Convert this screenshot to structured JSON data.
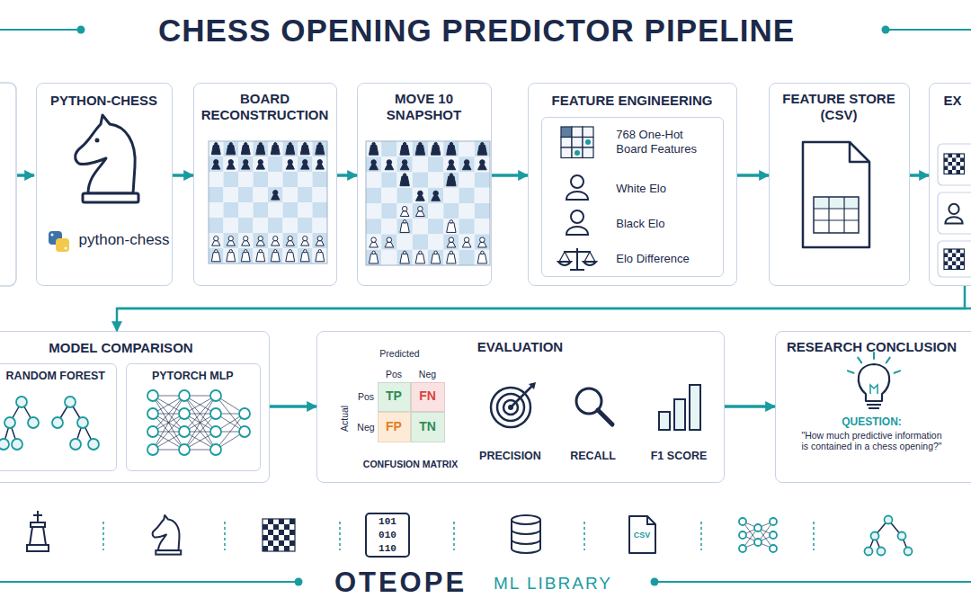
{
  "diagram": {
    "title": "CHESS OPENING PREDICTOR PIPELINE",
    "nodes": [
      {
        "text": [
          "PYTHON-CHESS",
          "python-chess"
        ]
      },
      {
        "text": [
          "BOARD RECONSTRUCTION"
        ]
      },
      {
        "text": [
          "MOVE 10 SNAPSHOT"
        ]
      },
      {
        "text": [
          "FEATURE ENGINEERING"
        ]
      },
      {
        "text": [
          "768 One-Hot Board Features",
          "White Elo",
          "Black Elo",
          "Elo Difference"
        ],
        "in": 3
      },
      {
        "text": [
          "FEATURE STORE (CSV)",
          "CSV"
        ]
      },
      {
        "text": [
          "EX"
        ]
      },
      {
        "text": [
          "MODEL COMPARISON"
        ]
      },
      {
        "text": [
          "RANDOM FOREST"
        ],
        "in": 7
      },
      {
        "text": [
          "PYTORCH MLP"
        ],
        "in": 7
      },
      {
        "text": [
          "EVALUATION",
          "Predicted",
          "Pos",
          "Neg",
          "Actual",
          "Pos",
          "Neg",
          "CONFUSION MATRIX",
          "PRECISION",
          "RECALL",
          "F1 SCORE"
        ]
      },
      {
        "text": [
          "TP"
        ],
        "in": 10
      },
      {
        "text": [
          "FN"
        ],
        "in": 10
      },
      {
        "text": [
          "FP"
        ],
        "in": 10
      },
      {
        "text": [
          "TN"
        ],
        "in": 10
      },
      {
        "text": [
          "RESEARCH CONCLUSION",
          "QUESTION:",
          "\"How much predictive information is contained in a chess opening?\""
        ]
      }
    ],
    "edges": [
      {
        "from": 0,
        "to": 1,
        "arrow": "to"
      },
      {
        "from": 1,
        "to": 2,
        "arrow": "to"
      },
      {
        "from": 2,
        "to": 3,
        "arrow": "to"
      },
      {
        "from": 3,
        "to": 5,
        "arrow": "to"
      },
      {
        "from": 5,
        "to": 6,
        "arrow": "to"
      },
      {
        "from": 6,
        "to": 7,
        "arrow": "to"
      },
      {
        "from": 7,
        "to": 10,
        "arrow": "to"
      },
      {
        "from": 10,
        "to": 15,
        "arrow": "to"
      }
    ],
    "labels": [
      "101",
      "010",
      "110",
      "CSV",
      "OTEOPE",
      "ML LIBRARY"
    ]
  }
}
